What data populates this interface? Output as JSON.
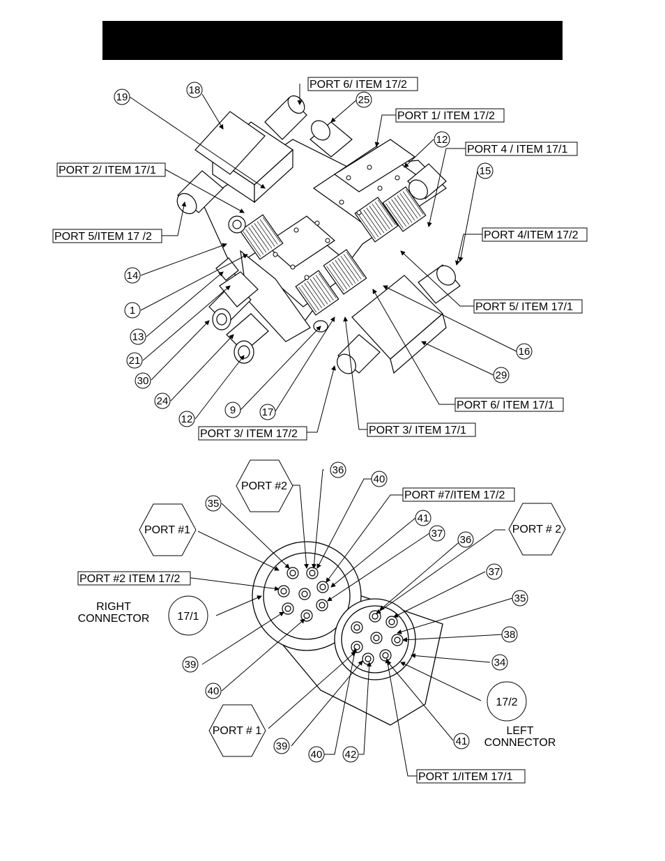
{
  "balloons": [
    {
      "id": "b19",
      "label": "19"
    },
    {
      "id": "b18",
      "label": "18"
    },
    {
      "id": "b25",
      "label": "25"
    },
    {
      "id": "b12a",
      "label": "12"
    },
    {
      "id": "b15",
      "label": "15"
    },
    {
      "id": "b14",
      "label": "14"
    },
    {
      "id": "b1",
      "label": "1"
    },
    {
      "id": "b13",
      "label": "13"
    },
    {
      "id": "b21",
      "label": "21"
    },
    {
      "id": "b30",
      "label": "30"
    },
    {
      "id": "b24",
      "label": "24"
    },
    {
      "id": "b12b",
      "label": "12"
    },
    {
      "id": "b9",
      "label": "9"
    },
    {
      "id": "b17",
      "label": "17"
    },
    {
      "id": "b16",
      "label": "16"
    },
    {
      "id": "b29",
      "label": "29"
    },
    {
      "id": "b36a",
      "label": "36"
    },
    {
      "id": "b40a",
      "label": "40"
    },
    {
      "id": "b35a",
      "label": "35"
    },
    {
      "id": "b41a",
      "label": "41"
    },
    {
      "id": "b37a",
      "label": "37"
    },
    {
      "id": "b36b",
      "label": "36"
    },
    {
      "id": "b37b",
      "label": "37"
    },
    {
      "id": "b35b",
      "label": "35"
    },
    {
      "id": "b38",
      "label": "38"
    },
    {
      "id": "b34",
      "label": "34"
    },
    {
      "id": "b39a",
      "label": "39"
    },
    {
      "id": "b40b",
      "label": "40"
    },
    {
      "id": "b39b",
      "label": "39"
    },
    {
      "id": "b40c",
      "label": "40"
    },
    {
      "id": "b42",
      "label": "42"
    },
    {
      "id": "b41b",
      "label": "41"
    }
  ],
  "port_labels": [
    {
      "id": "p6i172",
      "text": "PORT 6/ ITEM 17/2"
    },
    {
      "id": "p1i172",
      "text": "PORT 1/ ITEM 17/2"
    },
    {
      "id": "p4i171",
      "text": "PORT 4 / ITEM 17/1"
    },
    {
      "id": "p2i171",
      "text": "PORT 2/ ITEM 17/1"
    },
    {
      "id": "p5i172",
      "text": "PORT 5/ITEM 17 /2"
    },
    {
      "id": "p4i172",
      "text": "PORT 4/ITEM 17/2"
    },
    {
      "id": "p5i171",
      "text": "PORT 5/ ITEM 17/1"
    },
    {
      "id": "p6i171",
      "text": "PORT 6/ ITEM 17/1"
    },
    {
      "id": "p3i172",
      "text": "PORT 3/ ITEM 17/2"
    },
    {
      "id": "p3i171",
      "text": "PORT 3/ ITEM 17/1"
    },
    {
      "id": "p7i172",
      "text": "PORT #7/ITEM 17/2"
    },
    {
      "id": "p2item172",
      "text": "PORT #2 ITEM 17/2"
    },
    {
      "id": "p1item171",
      "text": "PORT 1/ITEM 17/1"
    }
  ],
  "hexagons": [
    {
      "id": "h_port2_top",
      "text": "PORT #2"
    },
    {
      "id": "h_port1_left",
      "text": "PORT #1"
    },
    {
      "id": "h_port2_right",
      "text": "PORT # 2"
    },
    {
      "id": "h_port1_bottom",
      "text": "PORT # 1"
    }
  ],
  "connectors": {
    "right": {
      "badge": "17/1",
      "line1": "RIGHT",
      "line2": "CONNECTOR"
    },
    "left": {
      "badge": "17/2",
      "line1": "LEFT",
      "line2": "CONNECTOR"
    }
  },
  "colors": {
    "ink": "#000000",
    "paper": "#ffffff"
  }
}
